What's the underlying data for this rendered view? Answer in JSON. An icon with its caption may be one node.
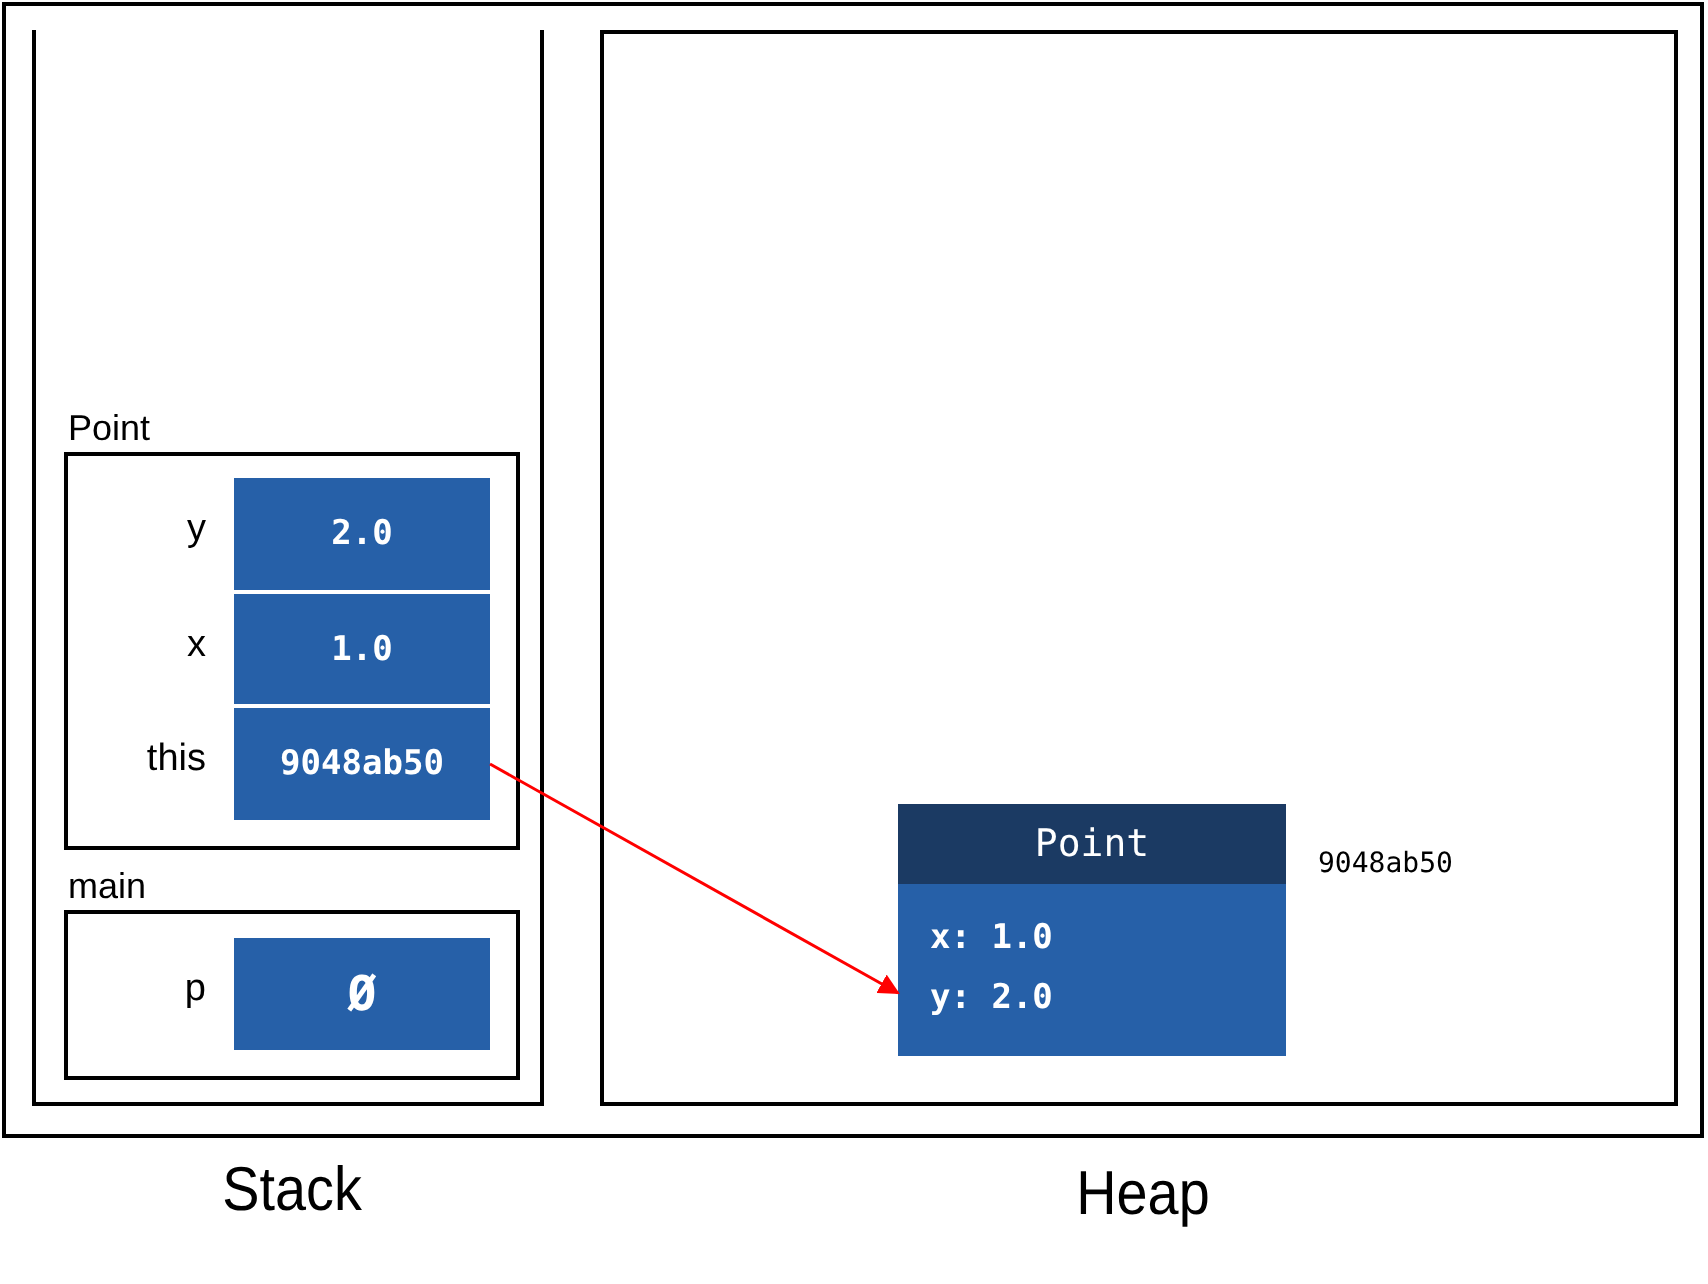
{
  "diagram": {
    "nodes": [
      {
        "text": [
          "Stack"
        ]
      },
      {
        "text": [
          "Heap"
        ]
      },
      {
        "text": [
          "Point"
        ],
        "in": 0
      },
      {
        "text": [
          "2.0"
        ],
        "in": 2,
        "beside": [
          "y"
        ]
      },
      {
        "text": [
          "1.0"
        ],
        "in": 2,
        "beside": [
          "x"
        ]
      },
      {
        "text": [
          "9048ab50"
        ],
        "in": 2,
        "beside": [
          "this"
        ]
      },
      {
        "text": [
          "main"
        ],
        "in": 0
      },
      {
        "text": [
          "Ø"
        ],
        "in": 6,
        "beside": [
          "p"
        ]
      },
      {
        "text": [
          "Point",
          "x: 1.0 y: 2.0"
        ],
        "in": 1,
        "beside": [
          "9048ab50"
        ]
      }
    ],
    "edges": [
      {
        "from": 5,
        "to": 8,
        "arrow": "to",
        "color": "#ff0000"
      }
    ]
  }
}
